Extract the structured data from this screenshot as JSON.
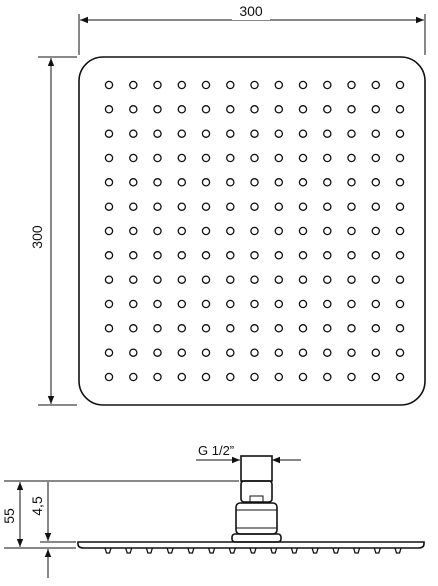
{
  "top_view": {
    "width_label": "300",
    "height_label": "300",
    "nozzle_grid": {
      "rows": 13,
      "cols": 13
    }
  },
  "side_view": {
    "thread_label": "G 1/2”",
    "total_height_label": "55",
    "plate_height_label": "4,5",
    "nozzle_count": 15
  },
  "colors": {
    "line": "#111111",
    "background": "#ffffff"
  }
}
